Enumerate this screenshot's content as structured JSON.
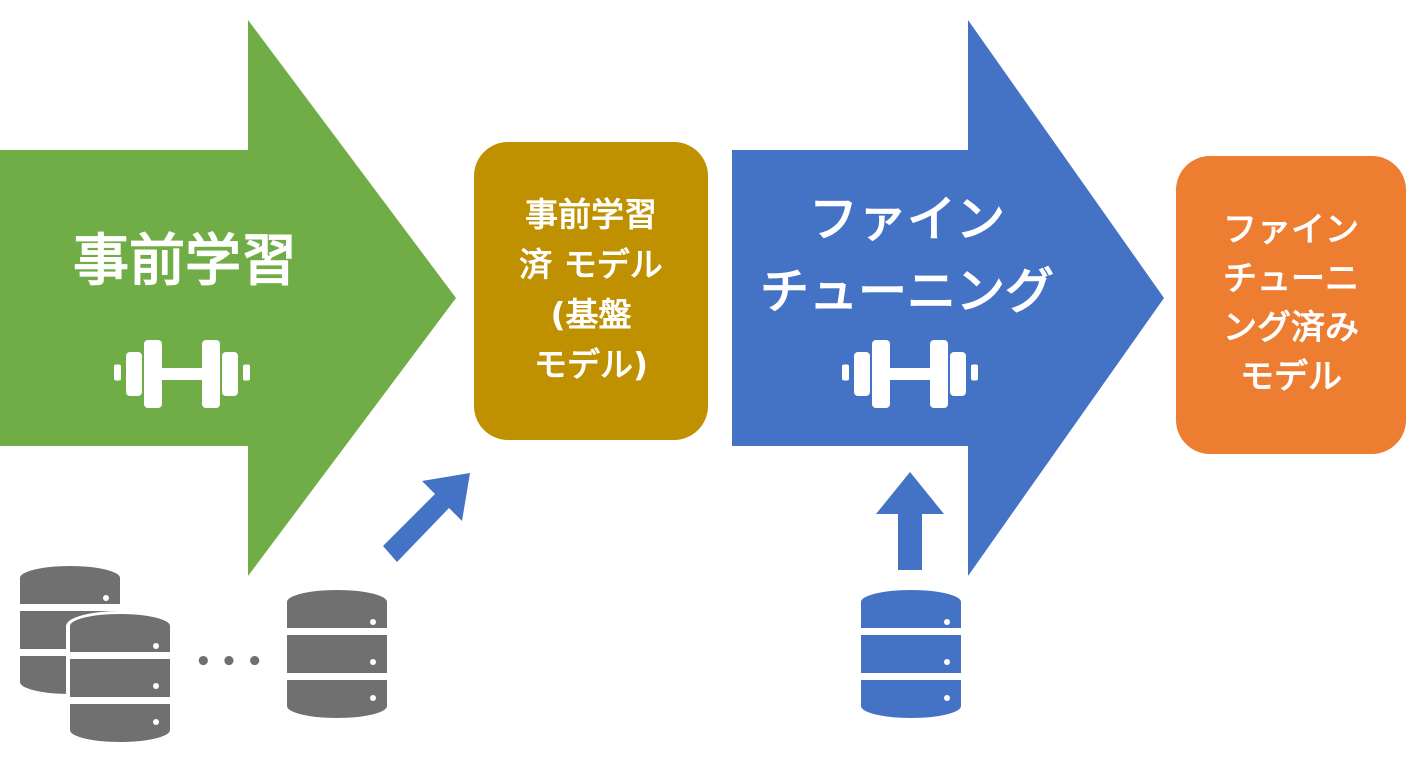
{
  "pretraining": {
    "label_lines": [
      "事前学習"
    ],
    "color": "#70AD47",
    "icon": "dumbbell-icon"
  },
  "base_model": {
    "label_lines": [
      "事前学習",
      "済 モデル",
      "(基盤",
      "モデル)"
    ],
    "color": "#BF9000"
  },
  "finetuning": {
    "label_lines": [
      "ファイン",
      "チューニング"
    ],
    "color": "#4472C4",
    "icon": "dumbbell-icon"
  },
  "finetuned_model": {
    "label_lines": [
      "ファイン",
      "チューニ",
      "ング済み",
      "モデル"
    ],
    "color": "#ED7D31"
  },
  "pretraining_data": {
    "icon": "database-icon",
    "color": "#707070",
    "ellipsis": "• • •"
  },
  "finetuning_data": {
    "icon": "database-icon",
    "color": "#4472C4"
  },
  "connector_color": "#4472C4"
}
